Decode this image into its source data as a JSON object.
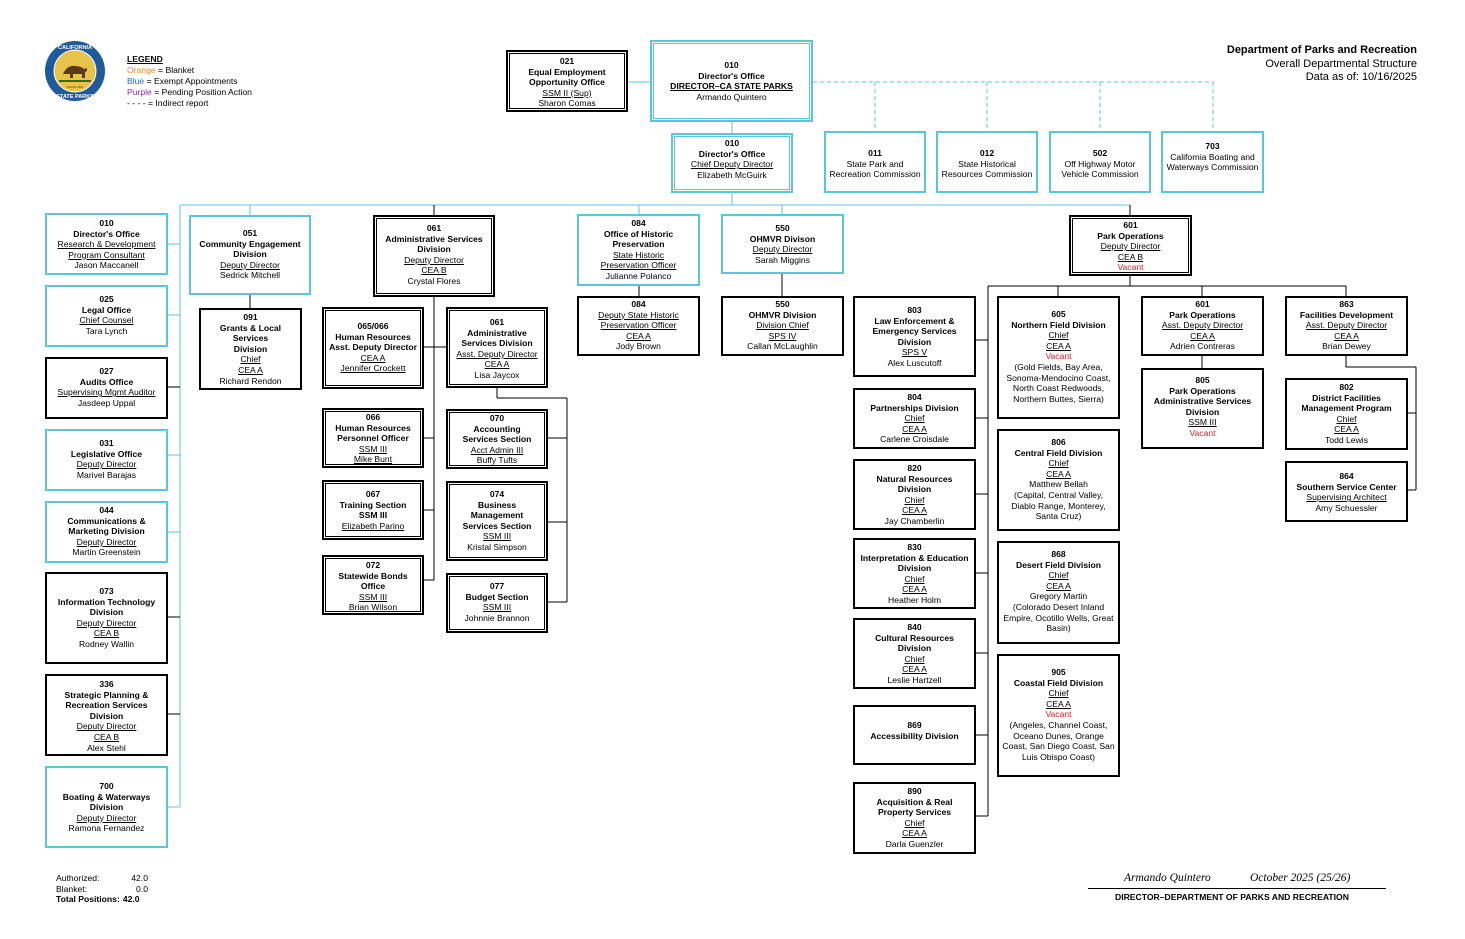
{
  "logo": {
    "alt": "California State Parks seal",
    "top_text": "CALIFORNIA",
    "bottom_text": "STATE PARKS",
    "small_text": "SINCE 1864"
  },
  "legend": {
    "title": "LEGEND",
    "items": [
      {
        "key": "Orange",
        "text": " = Blanket",
        "color": "#f08a2a"
      },
      {
        "key": "Blue",
        "text": " = Exempt Appointments",
        "color": "#1e6cd0"
      },
      {
        "key": "Purple",
        "text": " = Pending Position Action",
        "color": "#8a2ab0"
      },
      {
        "key": "- - - -",
        "text": " = Indirect report",
        "color": "#000000"
      }
    ]
  },
  "header": {
    "title": "Department of Parks and Recreation",
    "subtitle": "Overall Departmental Structure",
    "date_line": "Data as of: 10/16/2025"
  },
  "totals": {
    "authorized_label": "Authorized:",
    "authorized": "42.0",
    "blanket_label": "Blanket:",
    "blanket": "0.0",
    "total_label": "Total Positions:",
    "total": "42.0"
  },
  "signature": {
    "name": "Armando Quintero",
    "date": "October 2025 (25/26)",
    "caption": "DIRECTOR–DEPARTMENT OF PARKS AND RECREATION"
  },
  "boxes": {
    "b021": [
      "021",
      "Equal Employment",
      "Opportunity Office",
      "SSM II (Sup)",
      "Sharon Comas"
    ],
    "b010dir": [
      "010",
      "Director's Office",
      "DIRECTOR–CA STATE PARKS",
      "Armando Quintero"
    ],
    "b010cdd": [
      "010",
      "Director's Office",
      "Chief Deputy Director",
      "Elizabeth McGuirk"
    ],
    "b011": [
      "011",
      "State Park and",
      "Recreation Commission"
    ],
    "b012": [
      "012",
      "State Historical",
      "Resources Commission"
    ],
    "b502": [
      "502",
      "Off Highway Motor",
      "Vehicle Commission"
    ],
    "b703": [
      "703",
      "California Boating and Waterways Commission"
    ],
    "b010rd": [
      "010",
      "Director's Office",
      "Research & Development",
      "Program Consultant",
      "Jason Maccanell"
    ],
    "b025": [
      "025",
      "Legal Office",
      "Chief Counsel",
      "Tara Lynch"
    ],
    "b027": [
      "027",
      "Audits Office",
      "Supervising Mgmt Auditor",
      "Jasdeep Uppal"
    ],
    "b031": [
      "031",
      "Legislative Office",
      "Deputy Director",
      "Marivel Barajas"
    ],
    "b044": [
      "044",
      "Communications &",
      "Marketing Division",
      "Deputy Director",
      "Martin Greenstein"
    ],
    "b073": [
      "073",
      "Information Technology",
      "Division",
      "Deputy Director",
      "CEA B",
      "Rodney Wallin"
    ],
    "b336": [
      "336",
      "Strategic Planning &",
      "Recreation Services",
      "Division",
      "Deputy Director",
      "CEA B",
      "Alex Stehl"
    ],
    "b700": [
      "700",
      "Boating & Waterways",
      "Division",
      "Deputy Director",
      "Ramona Fernandez"
    ],
    "b051": [
      "051",
      "Community Engagement",
      "Division",
      "Deputy Director",
      "Sedrick Mitchell"
    ],
    "b091": [
      "091",
      "Grants & Local",
      "Services",
      "Division",
      "Chief",
      "CEA A",
      "Richard Rendon"
    ],
    "b061": [
      "061",
      "Administrative Services",
      "Division",
      "Deputy Director",
      "CEA B",
      "Crystal Flores"
    ],
    "b065": [
      "065/066",
      "Human Resources",
      "Asst. Deputy Director",
      "CEA A",
      "Jennifer Crockett"
    ],
    "b066": [
      "066",
      "Human Resources",
      "Personnel Officer",
      "SSM III",
      "Mike Bunt"
    ],
    "b067": [
      "067",
      "Training Section",
      "SSM III",
      "Elizabeth Parino"
    ],
    "b072": [
      "072",
      "Statewide Bonds",
      "Office",
      "SSM III",
      "Brian Wilson"
    ],
    "b061b": [
      "061",
      "Administrative",
      "Services Division",
      "Asst. Deputy Director",
      "CEA A",
      "Lisa Jaycox"
    ],
    "b070": [
      "070",
      "Accounting",
      "Services Section",
      "Acct Admin III",
      "Buffy Tufts"
    ],
    "b074": [
      "074",
      "Business",
      "Management",
      "Services Section",
      "SSM III",
      "Kristal Simpson"
    ],
    "b077": [
      "077",
      "Budget Section",
      "SSM III",
      "Johnnie Brannon"
    ],
    "b084": [
      "084",
      "Office of Historic",
      "Preservation",
      "State Historic",
      "Preservation Officer",
      "Julianne Polanco"
    ],
    "b084b": [
      "084",
      "Deputy State Historic",
      "Preservation Officer",
      "CEA A",
      "Jody Brown"
    ],
    "b550": [
      "550",
      "OHMVR Divison",
      "Deputy Director",
      "Sarah Miggins"
    ],
    "b550b": [
      "550",
      "OHMVR Division",
      "Division Chief",
      "SPS IV",
      "Callan McLaughlin"
    ],
    "b601": [
      "601",
      "Park Operations",
      "Deputy Director",
      "CEA B",
      "Vacant"
    ],
    "b803": [
      "803",
      "Law Enforcement &",
      "Emergency Services",
      "Division",
      "SPS V",
      "Alex Luscutoff"
    ],
    "b804": [
      "804",
      "Partnerships Division",
      "Chief",
      "CEA A",
      "Carlene Croisdale"
    ],
    "b820": [
      "820",
      "Natural Resources",
      "Division",
      "Chief",
      "CEA A",
      "Jay Chamberlin"
    ],
    "b830": [
      "830",
      "Interpretation & Education",
      "Division",
      "Chief",
      "CEA A",
      "Heather Holm"
    ],
    "b840": [
      "840",
      "Cultural Resources",
      "Division",
      "Chief",
      "CEA A",
      "Leslie Hartzell"
    ],
    "b869": [
      "869",
      "Accessibility Division"
    ],
    "b890": [
      "890",
      "Acquisition & Real",
      "Property Services",
      "Chief",
      "CEA A",
      "Darla Guenzler"
    ],
    "b605": [
      "605",
      "Northern Field Division",
      "Chief",
      "CEA A",
      "Vacant",
      "(Gold Fields, Bay Area, Sonoma-Mendocino Coast, North Coast Redwoods, Northern Buttes, Sierra)"
    ],
    "b806": [
      "806",
      "Central Field Division",
      "Chief",
      "CEA A",
      "Matthew Bellah",
      "(Capital, Central Valley, Diablo Range, Monterey, Santa Cruz)"
    ],
    "b868": [
      "868",
      "Desert Field Division",
      "Chief",
      "CEA A",
      "Gregory Martin",
      "(Colorado Desert Inland Empire, Ocotillo Wells, Great Basin)"
    ],
    "b905": [
      "905",
      "Coastal Field Division",
      "Chief",
      "CEA A",
      "Vacant",
      "(Angeles, Channel Coast, Oceano Dunes, Orange Coast, San Diego Coast, San Luis Obispo Coast)"
    ],
    "b601b": [
      "601",
      "Park Operations",
      "Asst. Deputy Director",
      "CEA A",
      "Adrien Contreras"
    ],
    "b805": [
      "805",
      "Park Operations",
      "Administrative Services",
      "Division",
      "SSM III",
      "Vacant"
    ],
    "b863": [
      "863",
      "Facilities Development",
      "Asst. Deputy Director",
      "CEA A",
      "Brian Dewey"
    ],
    "b802": [
      "802",
      "District Facilities",
      "Management Program",
      "Chief",
      "CEA A",
      "Todd Lewis"
    ],
    "b864": [
      "864",
      "Southern Service Center",
      "Supervising Architect",
      "Amy Schuessler"
    ]
  }
}
